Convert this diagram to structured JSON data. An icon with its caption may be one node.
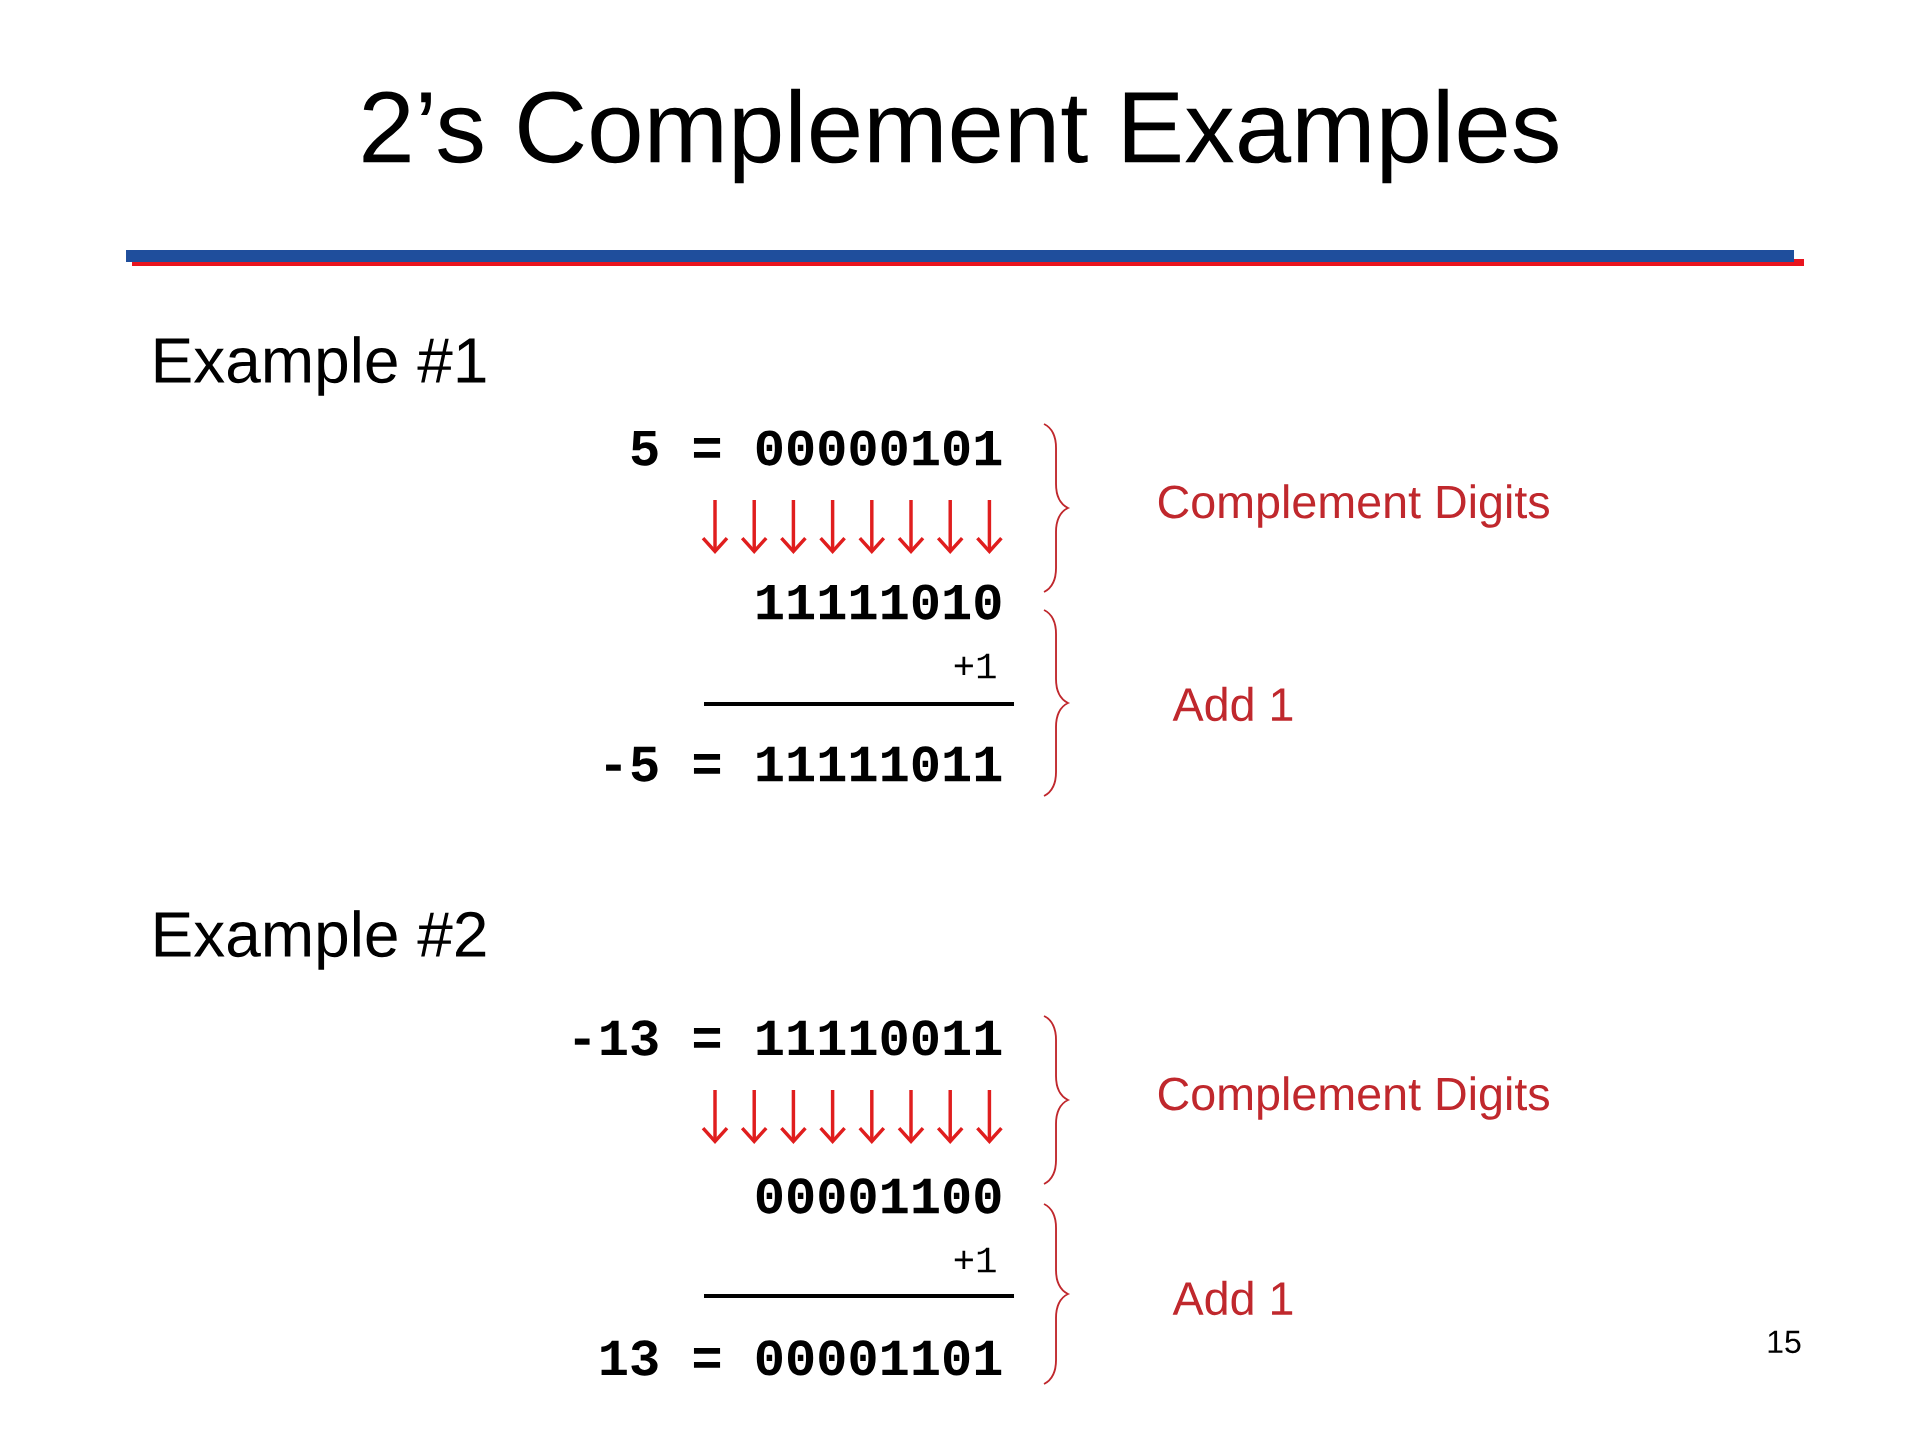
{
  "diagram": {
    "title": "2’s Complement Examples",
    "labels": [
      "Example #1",
      "5 = 00000101",
      "Complement Digits",
      "11111010",
      "+1",
      "Add 1",
      "-5 = 11111011",
      "Example #2",
      "-13 = 11110011",
      "Complement Digits",
      "00001100",
      "+1",
      "Add 1",
      "13 = 00001101",
      "15"
    ]
  }
}
